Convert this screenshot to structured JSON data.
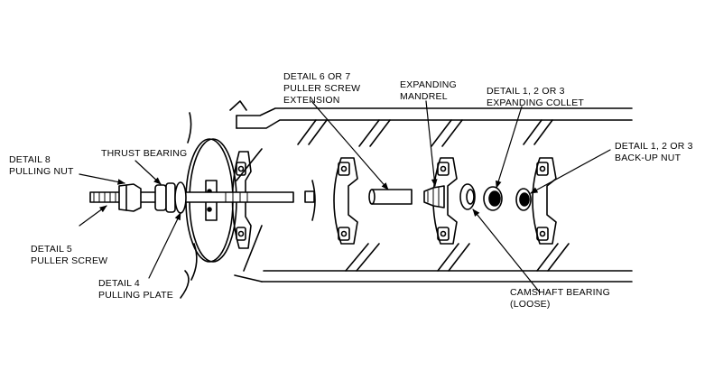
{
  "labels": {
    "detail_6_or_7": {
      "line1": "DETAIL 6 OR 7",
      "line2": "PULLER SCREW",
      "line3": "EXTENSION"
    },
    "expanding_mandrel": {
      "line1": "EXPANDING",
      "line2": "MANDREL"
    },
    "expanding_collet": {
      "line1": "DETAIL 1, 2 OR 3",
      "line2": "EXPANDING COLLET"
    },
    "back_up_nut": {
      "line1": "DETAIL 1, 2 OR 3",
      "line2": "BACK-UP NUT"
    },
    "pulling_nut": {
      "line1": "DETAIL 8",
      "line2": "PULLING NUT"
    },
    "thrust_bearing": {
      "line1": "THRUST BEARING"
    },
    "puller_screw": {
      "line1": "DETAIL 5",
      "line2": "PULLER SCREW"
    },
    "pulling_plate": {
      "line1": "DETAIL 4",
      "line2": "PULLING PLATE"
    },
    "camshaft_bearing": {
      "line1": "CAMSHAFT BEARING",
      "line2": "(LOOSE)"
    }
  },
  "colors": {
    "ink": "#000000",
    "paper": "#ffffff"
  }
}
